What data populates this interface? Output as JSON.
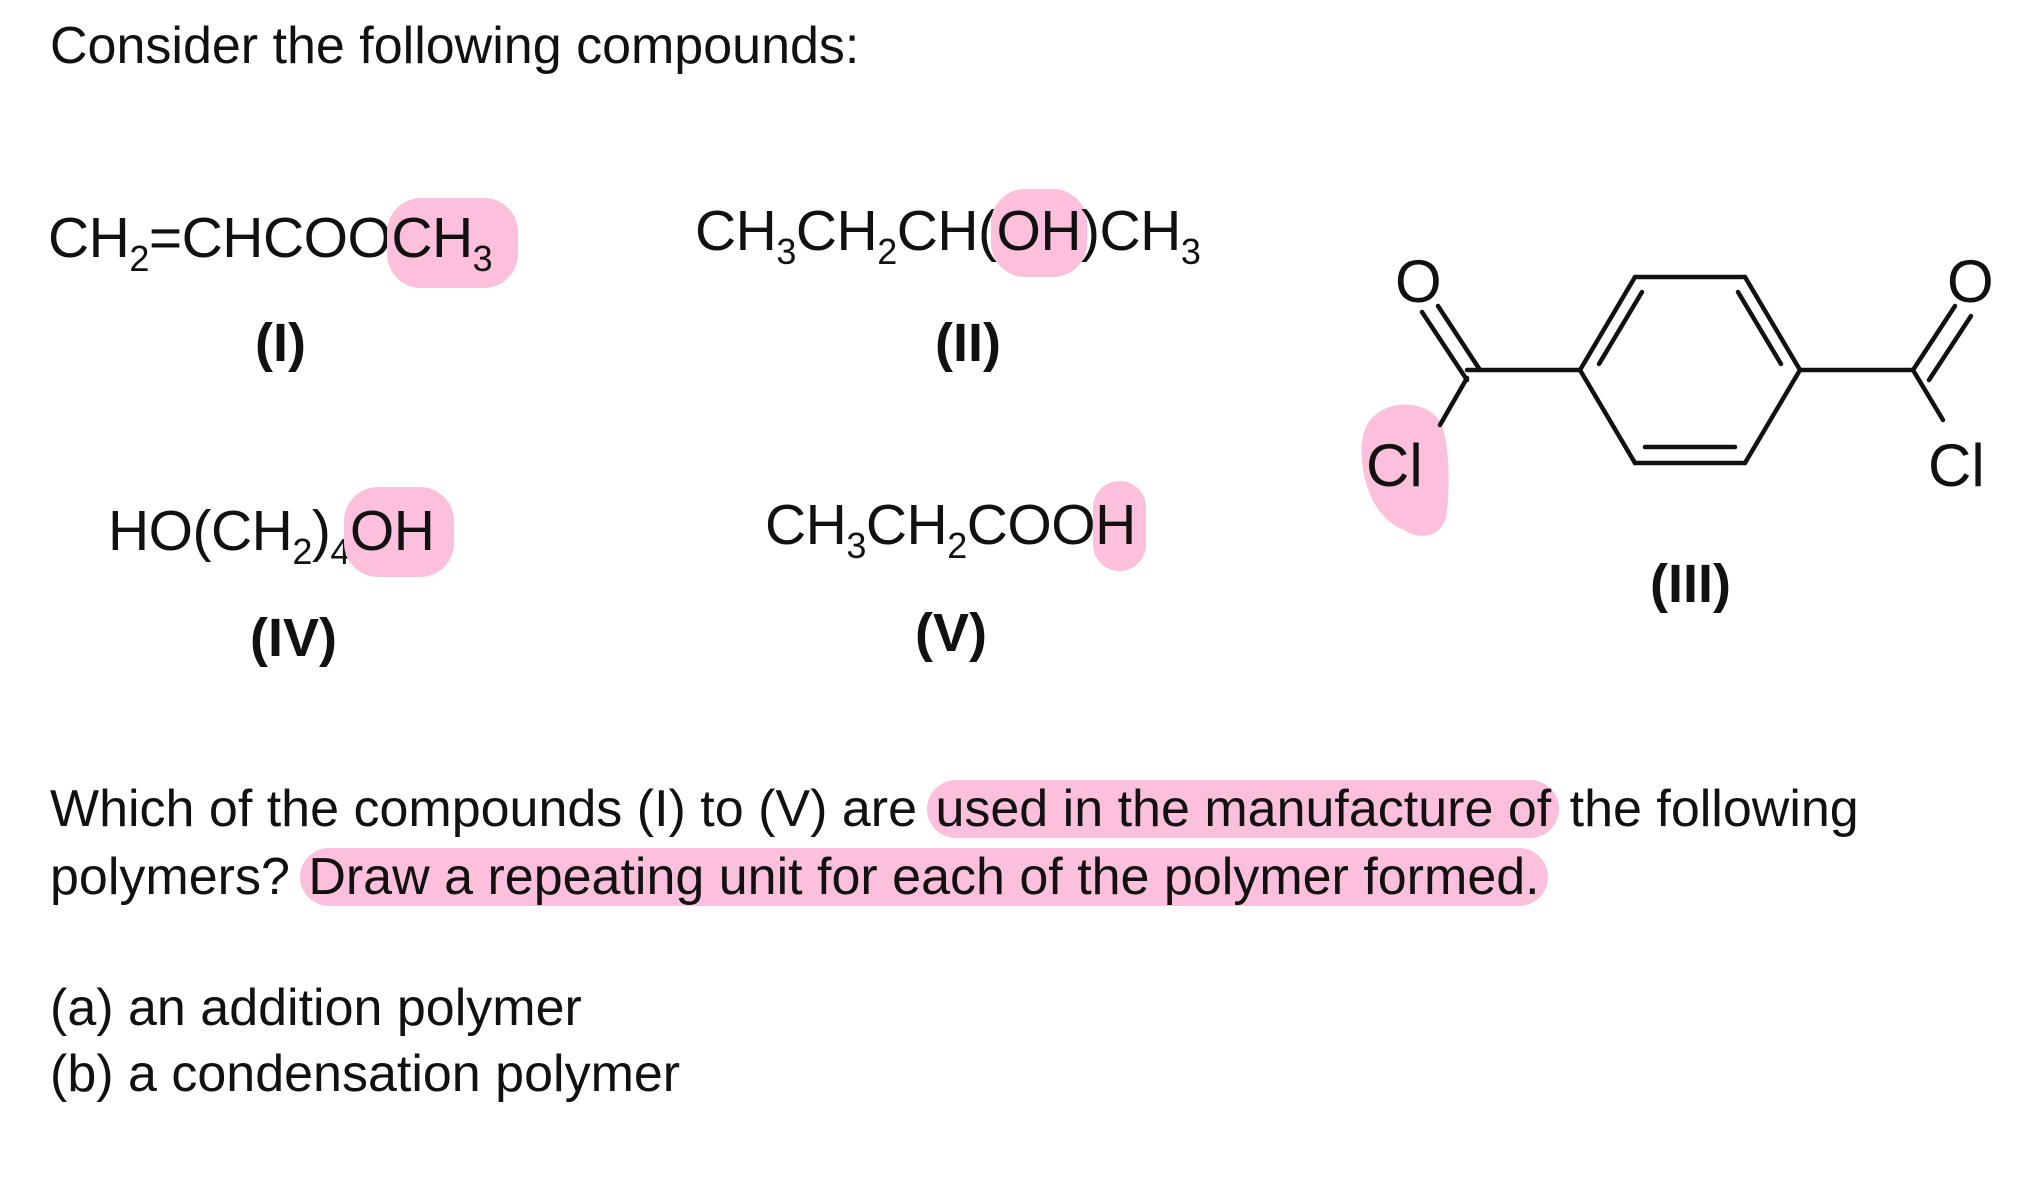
{
  "intro": "Consider the following compounds:",
  "compounds": {
    "c1": {
      "label": "(I)",
      "parts": [
        "CH",
        "2",
        "=CHCOO",
        "CH",
        "3"
      ]
    },
    "c2": {
      "label": "(II)",
      "parts": [
        "CH",
        "3",
        "CH",
        "2",
        "CH(",
        "OH",
        ")CH",
        "3"
      ]
    },
    "c3": {
      "label": "(III)",
      "atoms": {
        "o_left": "O",
        "o_right": "O",
        "cl_left": "Cl",
        "cl_right": "Cl"
      }
    },
    "c4": {
      "label": "(IV)",
      "parts": [
        "HO(CH",
        "2",
        ")",
        "4",
        "OH"
      ]
    },
    "c5": {
      "label": "(V)",
      "parts": [
        "CH",
        "3",
        "CH",
        "2",
        "COO",
        "H"
      ]
    }
  },
  "question": {
    "line1_a": "Which of the compounds (I) to (V) are ",
    "line1_hl": "used in the manufacture of",
    "line1_b": " the following",
    "line2_a": "polymers? ",
    "line2_hl": "Draw a repeating unit for each of the polymer formed."
  },
  "options": [
    "(a) an addition polymer",
    "(b) a condensation polymer"
  ],
  "colors": {
    "highlight": "#fcc0dd",
    "text": "#111111"
  }
}
